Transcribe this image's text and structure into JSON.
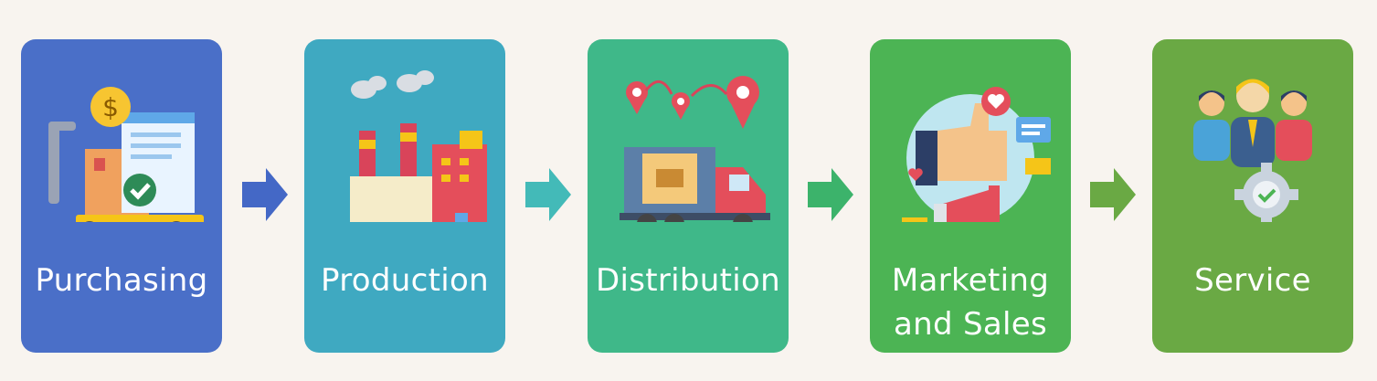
{
  "steps": [
    {
      "label": "Purchasing",
      "color": "#4a6fc8",
      "icon": "shopping-cart-invoice-icon"
    },
    {
      "label": "Production",
      "color": "#3fa9c1",
      "icon": "factory-icon"
    },
    {
      "label": "Distribution",
      "color": "#3fb889",
      "icon": "delivery-truck-icon"
    },
    {
      "label": "Marketing and Sales",
      "color": "#4cb454",
      "icon": "marketing-megaphone-icon"
    },
    {
      "label": "Service",
      "color": "#6aa944",
      "icon": "team-service-gear-icon"
    }
  ],
  "arrows": [
    {
      "color": "#4468c6"
    },
    {
      "color": "#43bab8"
    },
    {
      "color": "#3cb36b"
    },
    {
      "color": "#6aa944"
    }
  ]
}
